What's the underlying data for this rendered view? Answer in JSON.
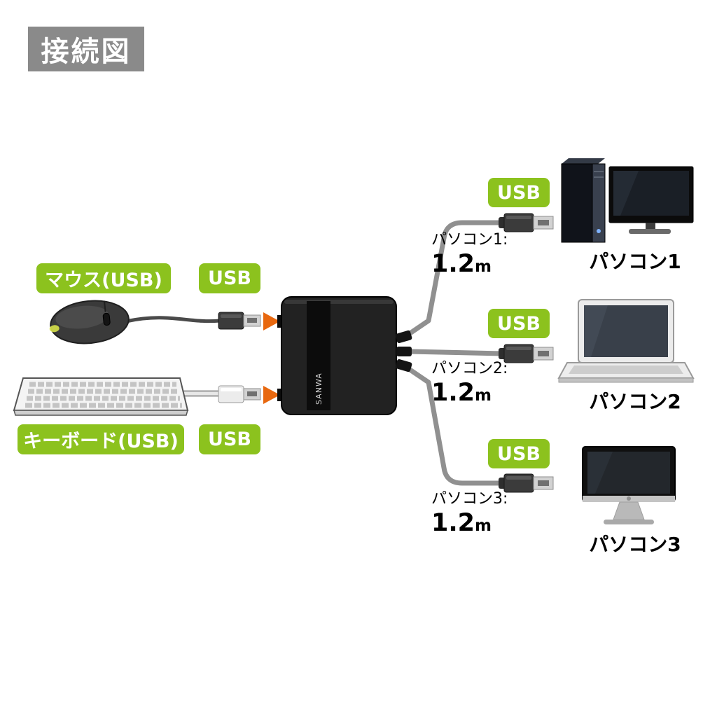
{
  "title": "接続図",
  "peripherals": {
    "mouse_label": "マウス(USB)",
    "mouse_usb": "USB",
    "keyboard_label": "キーボード(USB)",
    "keyboard_usb": "USB"
  },
  "switch": {
    "brand": "SANWA"
  },
  "connections": [
    {
      "usb": "USB",
      "cable_label": "パソコン1:",
      "length": "1.2",
      "unit": "m",
      "computer": "パソコン1",
      "computer_type": "desktop-tower-with-monitor"
    },
    {
      "usb": "USB",
      "cable_label": "パソコン2:",
      "length": "1.2",
      "unit": "m",
      "computer": "パソコン2",
      "computer_type": "laptop"
    },
    {
      "usb": "USB",
      "cable_label": "パソコン3:",
      "length": "1.2",
      "unit": "m",
      "computer": "パソコン3",
      "computer_type": "all-in-one"
    }
  ],
  "colors": {
    "green": "#8CC21E",
    "orange": "#E8680F",
    "title_gray": "#8A8A8A",
    "cable_gray": "#909090"
  }
}
